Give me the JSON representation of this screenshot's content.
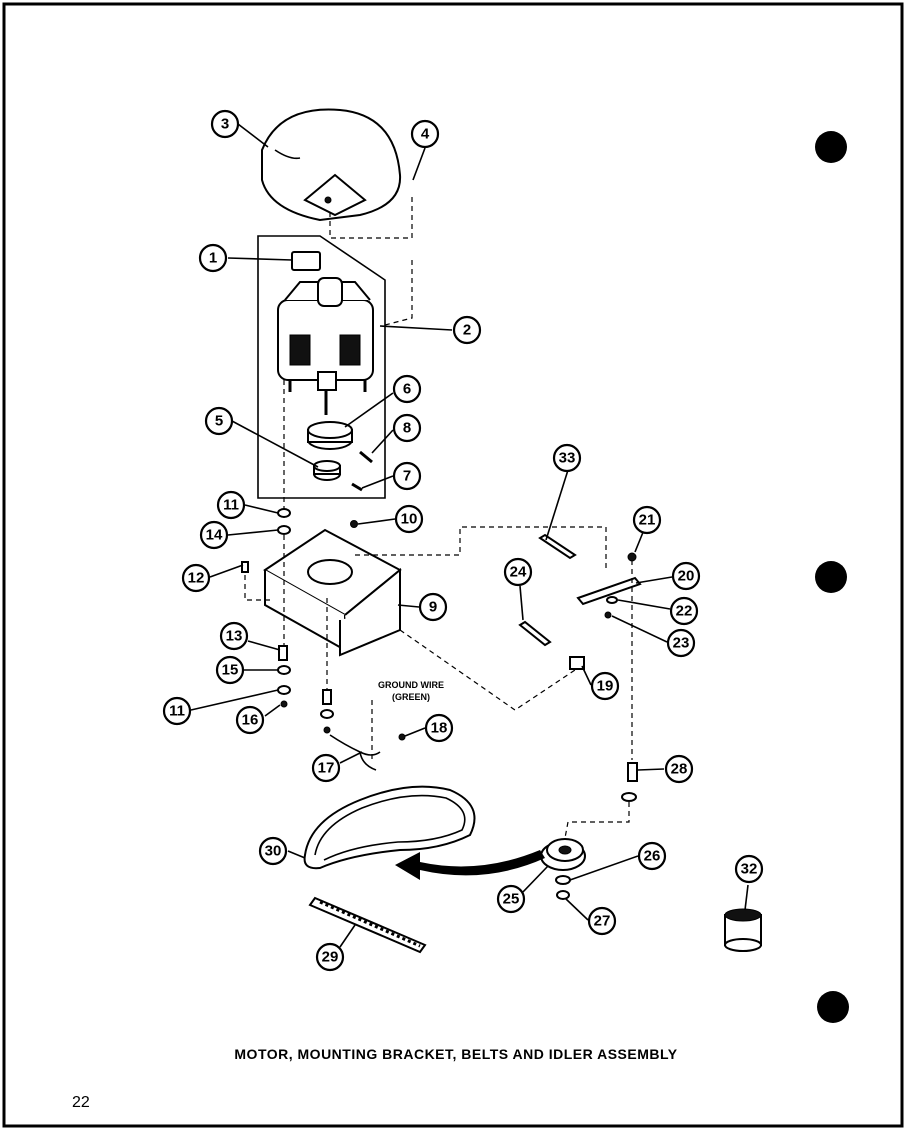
{
  "caption": "MOTOR, MOUNTING BRACKET, BELTS AND IDLER ASSEMBLY",
  "page_number": "22",
  "ground_wire_label": {
    "line1": "GROUND WIRE",
    "line2": "(GREEN)"
  },
  "callouts": [
    {
      "id": "callout-1",
      "label": "1"
    },
    {
      "id": "callout-2",
      "label": "2"
    },
    {
      "id": "callout-3",
      "label": "3"
    },
    {
      "id": "callout-4",
      "label": "4"
    },
    {
      "id": "callout-5",
      "label": "5"
    },
    {
      "id": "callout-6",
      "label": "6"
    },
    {
      "id": "callout-7",
      "label": "7"
    },
    {
      "id": "callout-8",
      "label": "8"
    },
    {
      "id": "callout-9",
      "label": "9"
    },
    {
      "id": "callout-10",
      "label": "10"
    },
    {
      "id": "callout-11a",
      "label": "11"
    },
    {
      "id": "callout-11b",
      "label": "11"
    },
    {
      "id": "callout-12",
      "label": "12"
    },
    {
      "id": "callout-13",
      "label": "13"
    },
    {
      "id": "callout-14",
      "label": "14"
    },
    {
      "id": "callout-15",
      "label": "15"
    },
    {
      "id": "callout-16",
      "label": "16"
    },
    {
      "id": "callout-17",
      "label": "17"
    },
    {
      "id": "callout-18",
      "label": "18"
    },
    {
      "id": "callout-19",
      "label": "19"
    },
    {
      "id": "callout-20",
      "label": "20"
    },
    {
      "id": "callout-21",
      "label": "21"
    },
    {
      "id": "callout-22",
      "label": "22"
    },
    {
      "id": "callout-23",
      "label": "23"
    },
    {
      "id": "callout-24",
      "label": "24"
    },
    {
      "id": "callout-25",
      "label": "25"
    },
    {
      "id": "callout-26",
      "label": "26"
    },
    {
      "id": "callout-27",
      "label": "27"
    },
    {
      "id": "callout-28",
      "label": "28"
    },
    {
      "id": "callout-29",
      "label": "29"
    },
    {
      "id": "callout-30",
      "label": "30"
    },
    {
      "id": "callout-32",
      "label": "32"
    },
    {
      "id": "callout-33",
      "label": "33"
    }
  ]
}
